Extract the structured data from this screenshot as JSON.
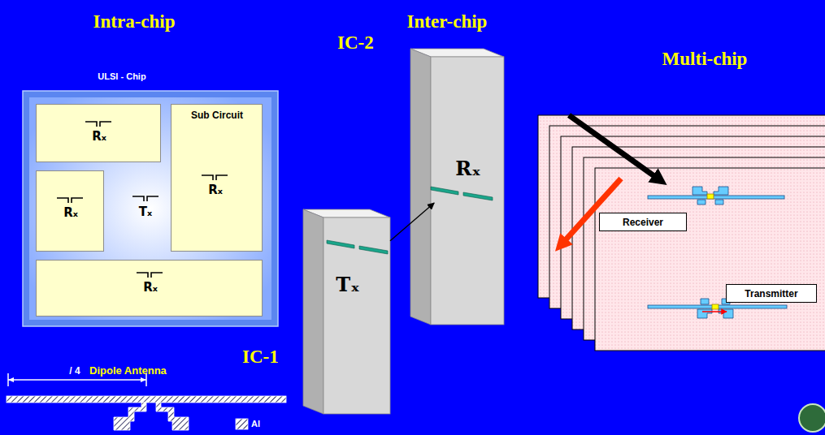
{
  "diagram": {
    "nodes": [
      {
        "text": [
          "ULSI - Chip",
          "Tₓ"
        ]
      },
      {
        "text": [
          "Rₓ"
        ],
        "in": 0
      },
      {
        "text": [
          "Sub Circuit",
          "Rₓ"
        ],
        "in": 0
      },
      {
        "text": [
          "Rₓ"
        ],
        "in": 0
      },
      {
        "text": [
          "Rₓ"
        ],
        "in": 0
      },
      {
        "text": [
          "IC-2"
        ]
      },
      {
        "text": [
          "Rₓ"
        ],
        "in": 5
      },
      {
        "text": [
          "IC-1"
        ]
      },
      {
        "text": [
          "Tₓ"
        ],
        "in": 7
      },
      {
        "text": [
          "Receiver"
        ]
      },
      {
        "text": [
          "Transmitter"
        ]
      }
    ],
    "edges": [
      {
        "from": 8,
        "to": 6,
        "arrow": "to"
      }
    ],
    "labels": [
      "Intra-chip",
      "Inter-chip",
      "Multi-chip",
      "/ 4",
      "Dipole Antenna"
    ],
    "legend": [
      {
        "text": "Al"
      }
    ]
  }
}
